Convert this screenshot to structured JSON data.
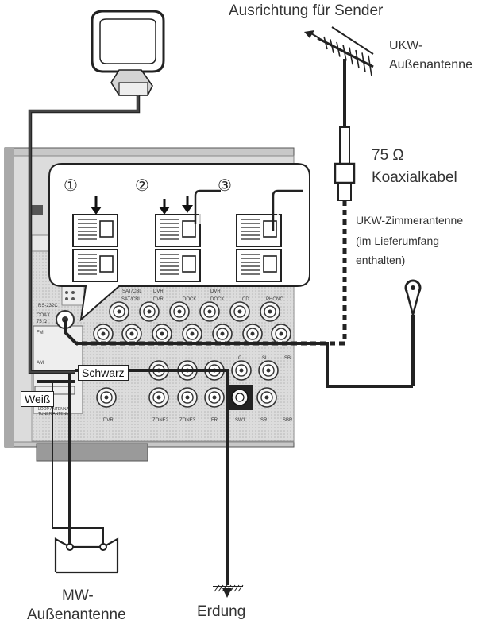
{
  "labels": {
    "direction": "Ausrichtung für Sender",
    "ukw_outdoor_line1": "UKW-",
    "ukw_outdoor_line2": "Außenantenne",
    "ohm": "75 Ω",
    "coax": "Koaxialkabel",
    "ukw_indoor_line1": "UKW-Zimmerantenne",
    "ukw_indoor_line2": "(im Lieferumfang",
    "ukw_indoor_line3": "enthalten)",
    "mw_line1": "MW-",
    "mw_line2": "Außenantenne",
    "ground": "Erdung",
    "black": "Schwarz",
    "white": "Weiß"
  },
  "steps": [
    "①",
    "②",
    "③"
  ],
  "panel": {
    "rs232c": "RS-232C",
    "coax": "COAX.",
    "coax_ohm": "75 Ω",
    "fm": "FM",
    "am": "AM",
    "loop_antenna": "LOOP ANTENNA",
    "tuner_antenna": "TUNER ANTENNA",
    "top_row": [
      "SAT/CBL",
      "DVR",
      "SAT/CBL",
      "DVR",
      "DOCK",
      "DVR",
      "DOCK",
      "CD",
      "PHONO"
    ],
    "mid_row": [
      "C",
      "SL",
      "SBL"
    ],
    "bot_row": [
      "DVR",
      "ZONE2",
      "ZONE3",
      "FR",
      "SW1",
      "SR",
      "SBR"
    ]
  },
  "colors": {
    "line": "#222222",
    "panel": "#d9d9d9",
    "panel_dark": "#9a9a9a",
    "callout_bg": "#ffffff"
  }
}
